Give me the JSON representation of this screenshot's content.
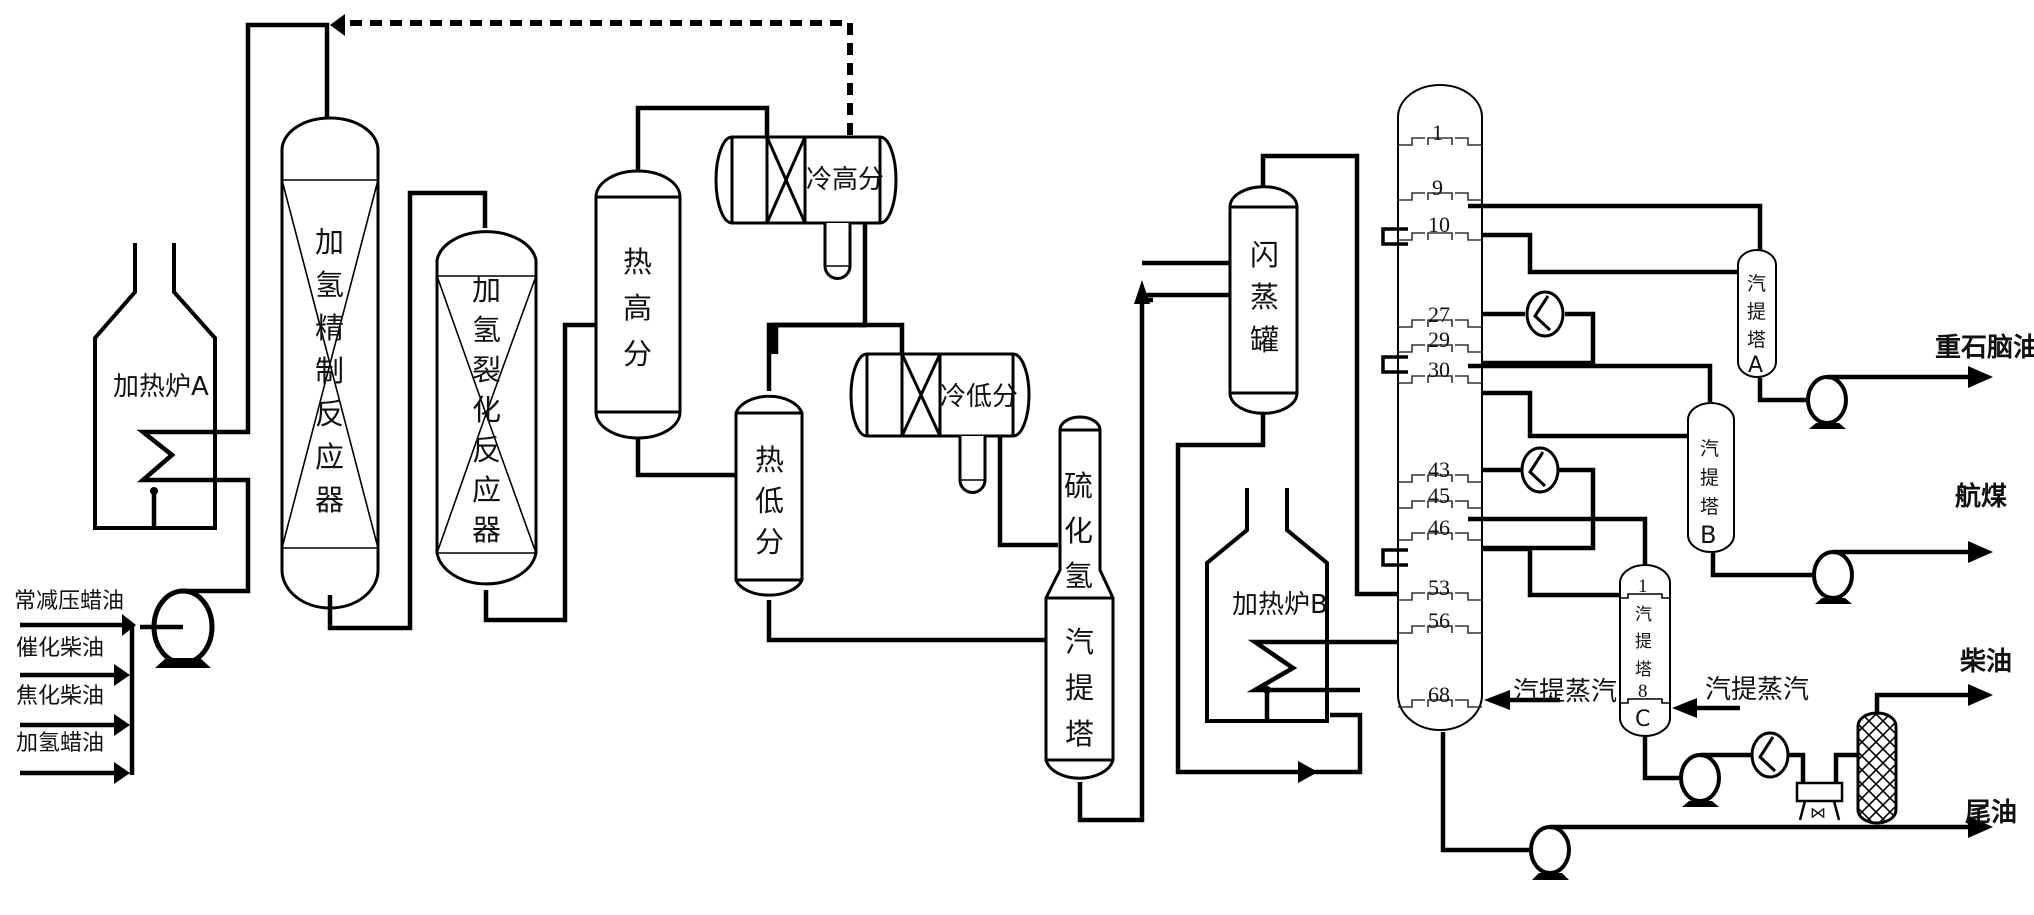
{
  "feeds": [
    "常减压蜡油",
    "催化柴油",
    "焦化柴油",
    "加氢蜡油"
  ],
  "equipment": {
    "furnace_a": "加热炉A",
    "hydrotreating_reactor": [
      "加",
      "氢",
      "精",
      "制",
      "反",
      "应",
      "器"
    ],
    "hydrocracking_reactor": [
      "加",
      "氢",
      "裂",
      "化",
      "反",
      "应",
      "器"
    ],
    "hot_high_sep": [
      "热",
      "高",
      "分"
    ],
    "cold_high_sep": "冷高分",
    "hot_low_sep": [
      "热",
      "低",
      "分"
    ],
    "cold_low_sep": "冷低分",
    "h2s_stripper_top": [
      "硫",
      "化",
      "氢"
    ],
    "h2s_stripper_bottom": [
      "汽",
      "提",
      "塔"
    ],
    "flash_drum": [
      "闪",
      "蒸",
      "罐"
    ],
    "furnace_b": "加热炉B",
    "stripper_a": [
      "汽",
      "提",
      "塔",
      "A"
    ],
    "stripper_b": [
      "汽",
      "提",
      "塔",
      "B"
    ],
    "stripper_c": [
      "汽",
      "提",
      "塔",
      "C"
    ],
    "stripper_c_trays": [
      "1",
      "8"
    ]
  },
  "fractionator_trays": [
    "1",
    "9",
    "10",
    "27",
    "29",
    "30",
    "43",
    "45",
    "46",
    "53",
    "56",
    "68"
  ],
  "steam_labels": [
    "汽提蒸汽",
    "汽提蒸汽"
  ],
  "products": [
    "重石脑油",
    "航煤",
    "柴油",
    "尾油"
  ]
}
